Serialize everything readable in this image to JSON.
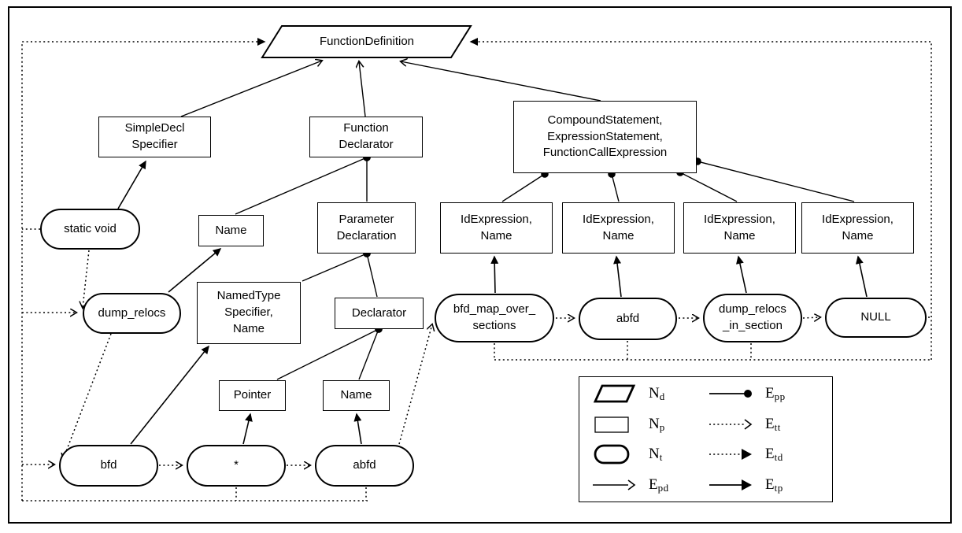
{
  "nodes": {
    "function_definition": "FunctionDefinition",
    "simple_decl_specifier": "SimpleDecl\nSpecifier",
    "name_func": "Name",
    "function_declarator": "Function\nDeclarator",
    "parameter_declaration": "Parameter\nDeclaration",
    "compound_statement": "CompoundStatement,\nExpressionStatement,\nFunctionCallExpression",
    "id_expression_1": "IdExpression,\nName",
    "id_expression_2": "IdExpression,\nName",
    "id_expression_3": "IdExpression,\nName",
    "id_expression_4": "IdExpression,\nName",
    "named_type_specifier": "NamedType\nSpecifier,\nName",
    "declarator": "Declarator",
    "pointer": "Pointer",
    "name_param": "Name",
    "static_void": "static void",
    "dump_relocs": "dump_relocs",
    "bfd": "bfd",
    "star": "*",
    "abfd_param": "abfd",
    "bfd_map_over_sections": "bfd_map_over_\nsections",
    "abfd_arg": "abfd",
    "dump_relocs_in_section": "dump_relocs\n_in_section",
    "null_arg": "NULL"
  },
  "legend": {
    "items": [
      {
        "sym": "N",
        "sub": "d",
        "icon": "parallelogram"
      },
      {
        "sym": "E",
        "sub": "pp",
        "icon": "line-with-dot"
      },
      {
        "sym": "N",
        "sub": "p",
        "icon": "rectangle"
      },
      {
        "sym": "E",
        "sub": "tt",
        "icon": "dotted-arrow-open"
      },
      {
        "sym": "N",
        "sub": "t",
        "icon": "stadium"
      },
      {
        "sym": "E",
        "sub": "td",
        "icon": "dotted-arrow-filled"
      },
      {
        "sym": "E",
        "sub": "pd",
        "icon": "solid-arrow-open"
      },
      {
        "sym": "E",
        "sub": "tp",
        "icon": "solid-arrow-filled"
      }
    ]
  }
}
